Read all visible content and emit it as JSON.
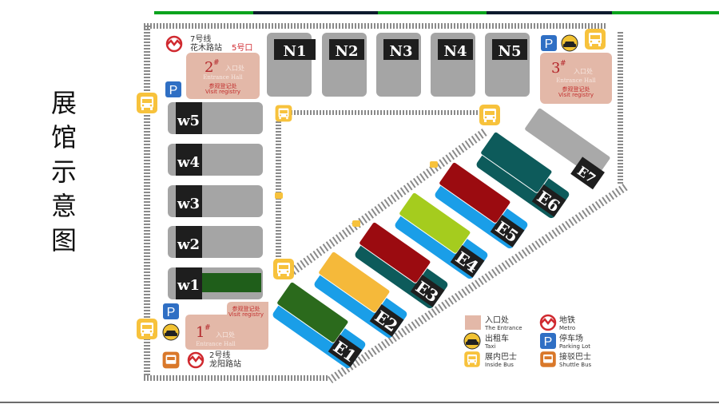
{
  "title": {
    "chars": [
      "展",
      "馆",
      "示",
      "意",
      "图"
    ]
  },
  "topbar_colors": [
    "#0aa31d",
    "#0d1b2e",
    "#0aa31d",
    "#0d1b2e",
    "#0aa31d"
  ],
  "colors": {
    "hall_gray": "#a5a5a5",
    "label_black": "#1e1e1e",
    "entrance_pink": "#e3b8a8",
    "bus_yellow": "#f7c23c",
    "shuttle_orange": "#d9782a",
    "parking_blue": "#2f6fc4",
    "metro_red": "#d0292f",
    "blue_base": "#1a9ee8",
    "teal_base": "#0d5b5b"
  },
  "north_halls": [
    "N1",
    "N2",
    "N3",
    "N4",
    "N5"
  ],
  "west_halls": [
    "w5",
    "w4",
    "w3",
    "w2",
    "w1"
  ],
  "east_halls": [
    {
      "label": "E1",
      "color": "#2b6a1c",
      "base": "#1a9ee8"
    },
    {
      "label": "E2",
      "color": "#f5b93a",
      "base": "#1a9ee8"
    },
    {
      "label": "E3",
      "color": "#9b0b10",
      "base": "#0d5b5b"
    },
    {
      "label": "E4",
      "color": "#a5cc1e",
      "base": "#1a9ee8"
    },
    {
      "label": "E5",
      "color": "#9b0b10",
      "base": "#1a9ee8"
    },
    {
      "label": "E6",
      "color": "#0d5b5b",
      "base": "#0d5b5b"
    },
    {
      "label": "E7",
      "color": "#a9a9a9",
      "base": "none"
    }
  ],
  "entrances": {
    "e1": {
      "number": "1",
      "sup": "#",
      "cn": "入口处",
      "en": "Entrance Hall",
      "registry_cn": "参观登记处",
      "registry_en": "Visit registry"
    },
    "e2": {
      "number": "2",
      "sup": "#",
      "cn": "入口处",
      "en": "Entrance Hall",
      "registry_cn": "参观登记处",
      "registry_en": "Visit registry"
    },
    "e3": {
      "number": "3",
      "sup": "#",
      "cn": "入口处",
      "en": "Entrance Hall",
      "registry_cn": "参观登记处",
      "registry_en": "Visit registry"
    }
  },
  "metro": {
    "line7": {
      "line": "7号线",
      "station": "花木路站",
      "exit": "5号口"
    },
    "line2": {
      "line": "2号线",
      "station": "龙阳路站"
    }
  },
  "legend": [
    {
      "icon": "entrance",
      "cn": "入口处",
      "en": "The Entrance"
    },
    {
      "icon": "metro",
      "cn": "地铁",
      "en": "Metro"
    },
    {
      "icon": "taxi",
      "cn": "出租车",
      "en": "Taxi"
    },
    {
      "icon": "parking",
      "cn": "停车场",
      "en": "Parking Lot"
    },
    {
      "icon": "inside-bus",
      "cn": "展内巴士",
      "en": "Inside Bus"
    },
    {
      "icon": "shuttle-bus",
      "cn": "接驳巴士",
      "en": "Shuttle Bus"
    }
  ],
  "parking_letter": "P"
}
